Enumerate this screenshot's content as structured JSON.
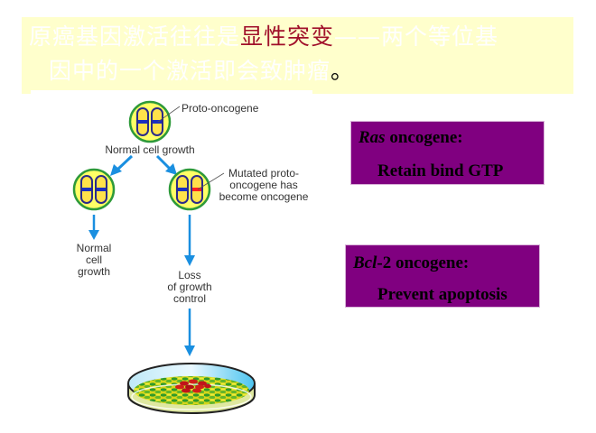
{
  "title": {
    "line1_prefix": "原癌基因激活往往是",
    "line1_highlight": "显性突变",
    "line1_suffix": "——两个等位基",
    "line2": "因中的一个激活即会致肿瘤",
    "line2_punct": "。",
    "highlight_color": "#a0102a",
    "background_color": "#ffffcc"
  },
  "diagram": {
    "labels": {
      "proto_oncogene": "Proto-oncogene",
      "normal_cell_growth_top": "Normal cell growth",
      "mutated_line1": "Mutated proto-",
      "mutated_line2": "oncogene has",
      "mutated_line3": "become oncogene",
      "normal_line1": "Normal",
      "normal_line2": "cell",
      "normal_line3": "growth",
      "loss_line1": "Loss",
      "loss_line2": "of growth",
      "loss_line3": "control"
    },
    "icons": [
      "cell-icon",
      "chromosome-icon",
      "arrow-down-icon",
      "petri-dish-icon"
    ],
    "colors": {
      "cell_fill": "#ffff66",
      "cell_border": "#2e9a3a",
      "chromosome_outline": "#2a2a8a",
      "normal_band": "#1a2fbf",
      "mutated_band": "#ff2020",
      "arrow": "#1a8fe0"
    }
  },
  "cards": [
    {
      "gene": "Ras",
      "gene_suffix": " oncogene:",
      "function": "Retain bind GTP"
    },
    {
      "gene": "Bcl",
      "gene_suffix": "-2 oncogene:",
      "function": "Prevent apoptosis"
    }
  ],
  "card_color": "#800080"
}
